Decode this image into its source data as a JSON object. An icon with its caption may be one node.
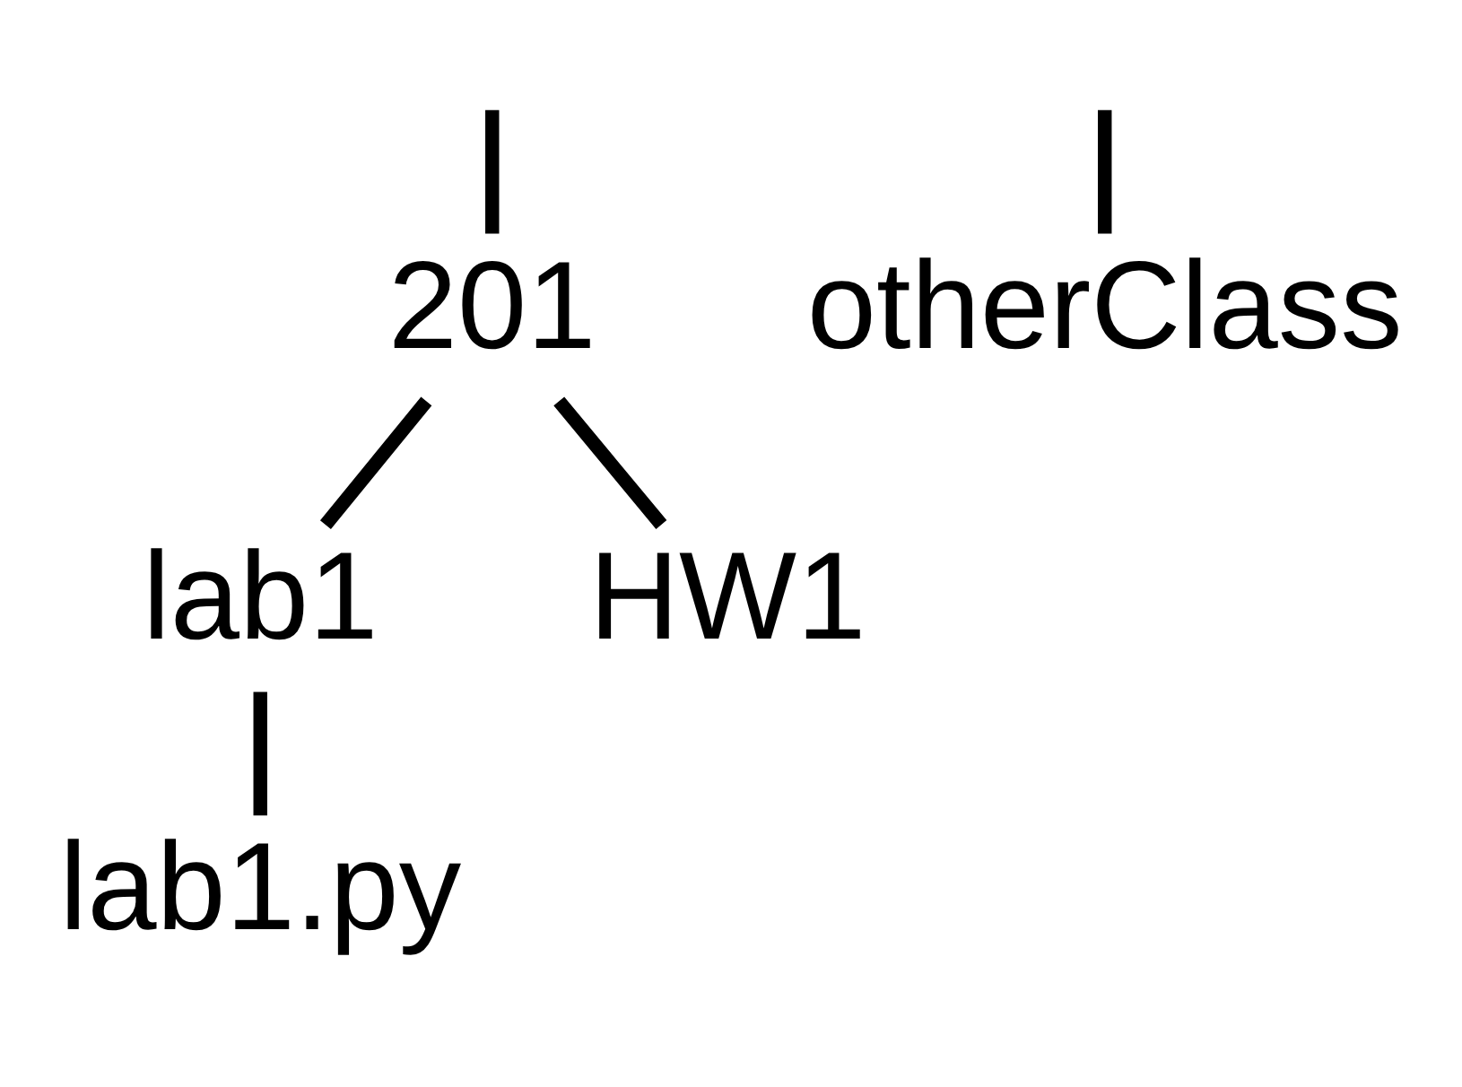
{
  "diagram": {
    "nodes": [
      {
        "text": [
          "201"
        ]
      },
      {
        "text": [
          "otherClass"
        ]
      },
      {
        "text": [
          "lab1"
        ]
      },
      {
        "text": [
          "HW1"
        ]
      },
      {
        "text": [
          "lab1.py"
        ]
      }
    ],
    "edges": [
      {
        "from": null,
        "to": 0,
        "arrow": "none"
      },
      {
        "from": null,
        "to": 1,
        "arrow": "none"
      },
      {
        "from": 0,
        "to": 2,
        "arrow": "none"
      },
      {
        "from": 0,
        "to": 3,
        "arrow": "none"
      },
      {
        "from": 2,
        "to": 4,
        "arrow": "none"
      }
    ]
  }
}
